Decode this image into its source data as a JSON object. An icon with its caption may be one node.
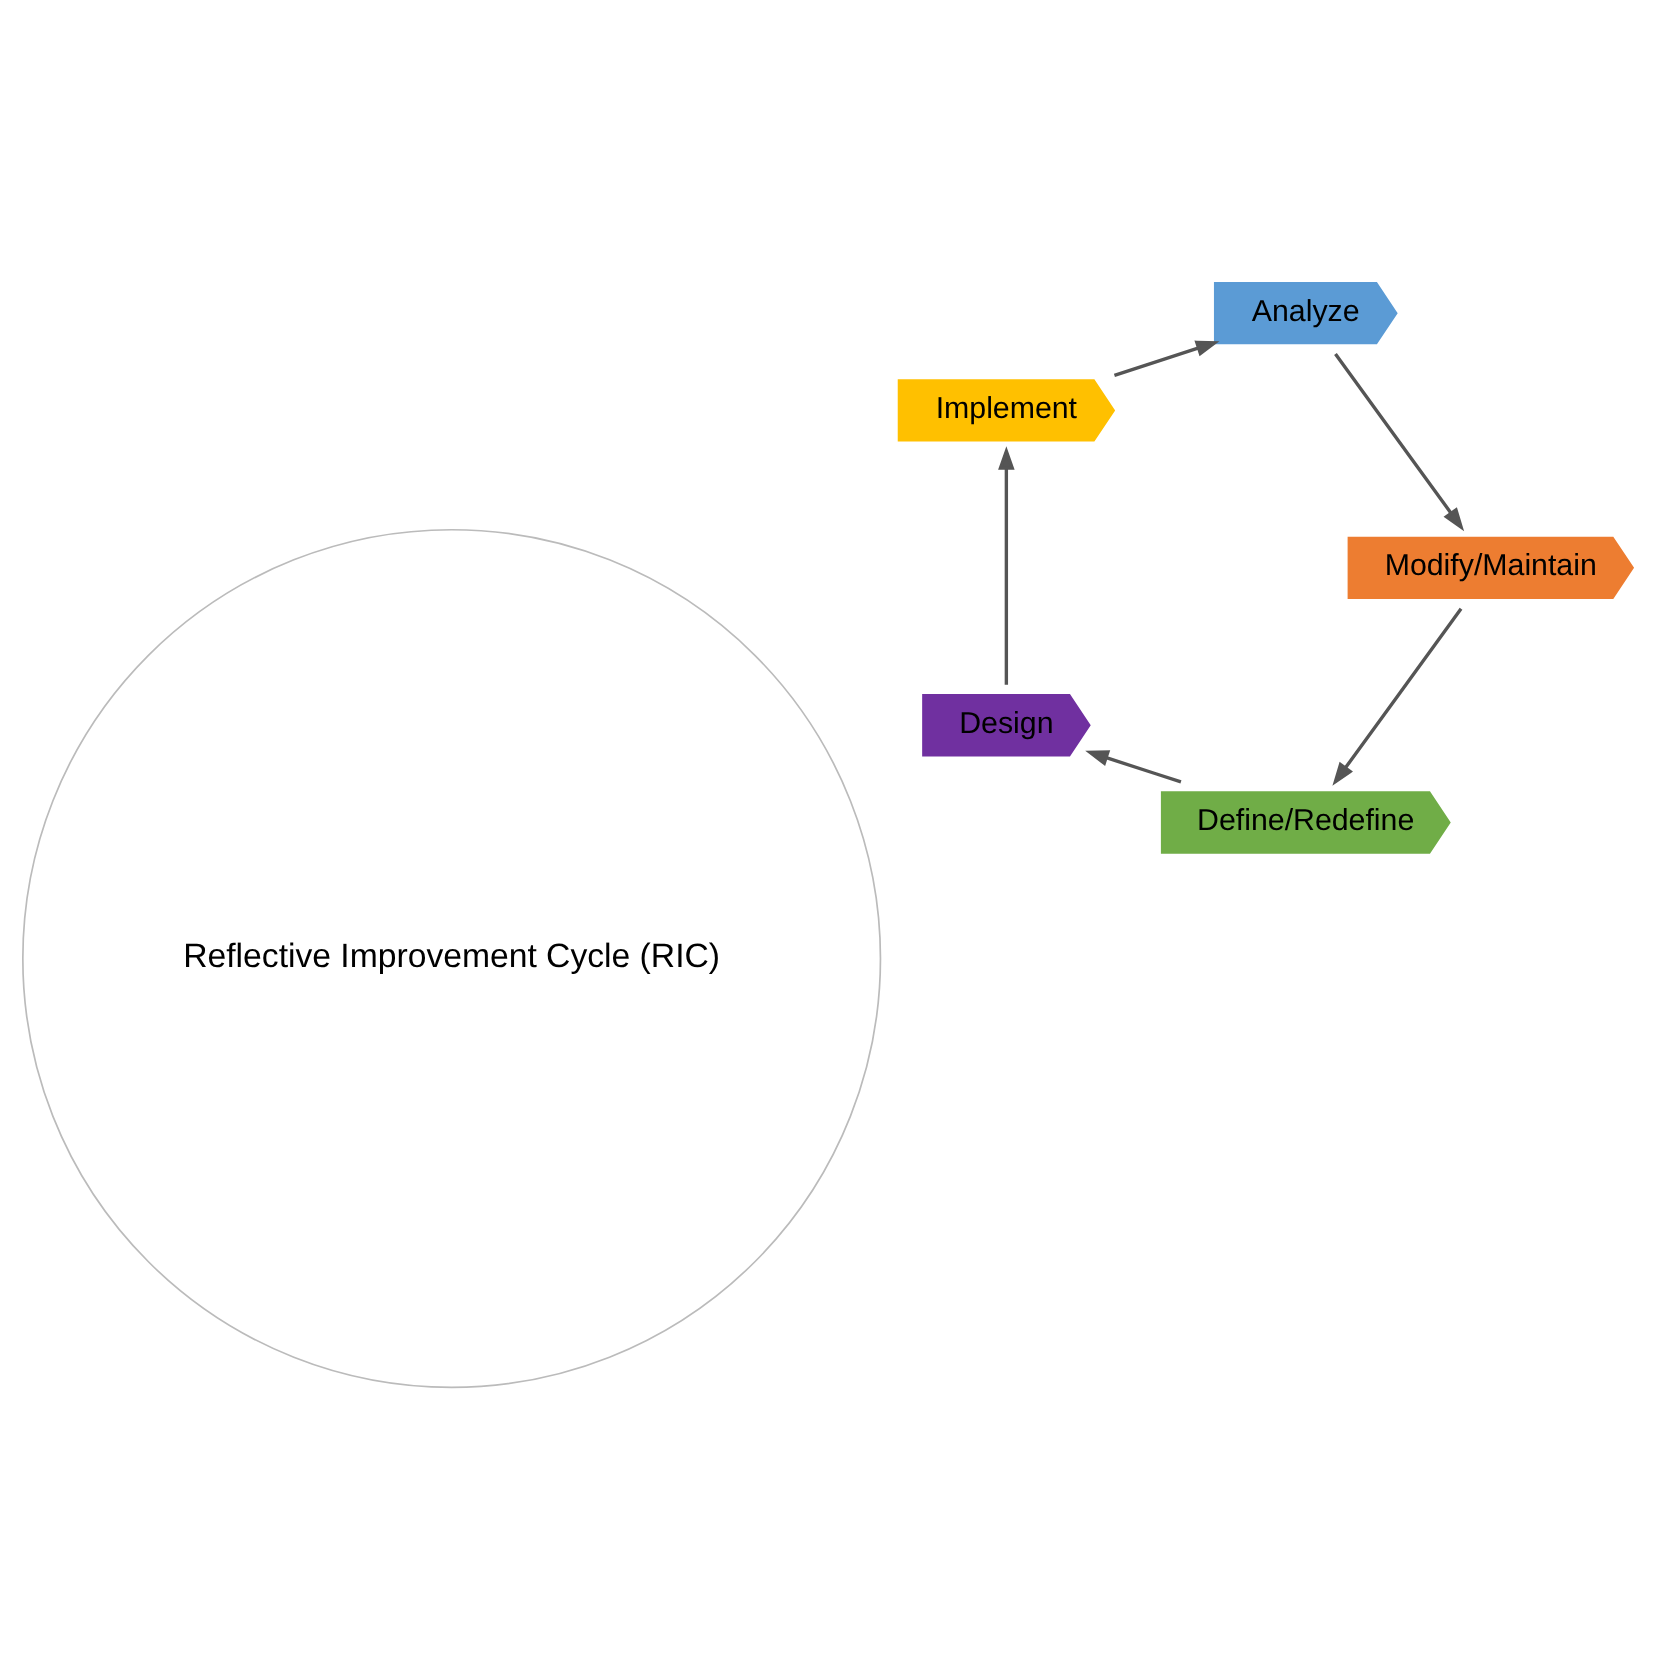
{
  "diagram": {
    "nodes": [
      {
        "text": [
          "Reflective Improvement Cycle (RIC)"
        ]
      },
      {
        "text": [
          "Define/Redefine"
        ]
      },
      {
        "text": [
          "Design"
        ]
      },
      {
        "text": [
          "Implement"
        ]
      },
      {
        "text": [
          "Analyze"
        ]
      },
      {
        "text": [
          "Modify/Maintain"
        ]
      }
    ],
    "edges": [
      {
        "from": 1,
        "to": 2,
        "arrow": "to"
      },
      {
        "from": 2,
        "to": 3,
        "arrow": "to"
      },
      {
        "from": 3,
        "to": 4,
        "arrow": "to"
      },
      {
        "from": 4,
        "to": 5,
        "arrow": "to"
      },
      {
        "from": 5,
        "to": 1,
        "arrow": "to"
      }
    ]
  }
}
